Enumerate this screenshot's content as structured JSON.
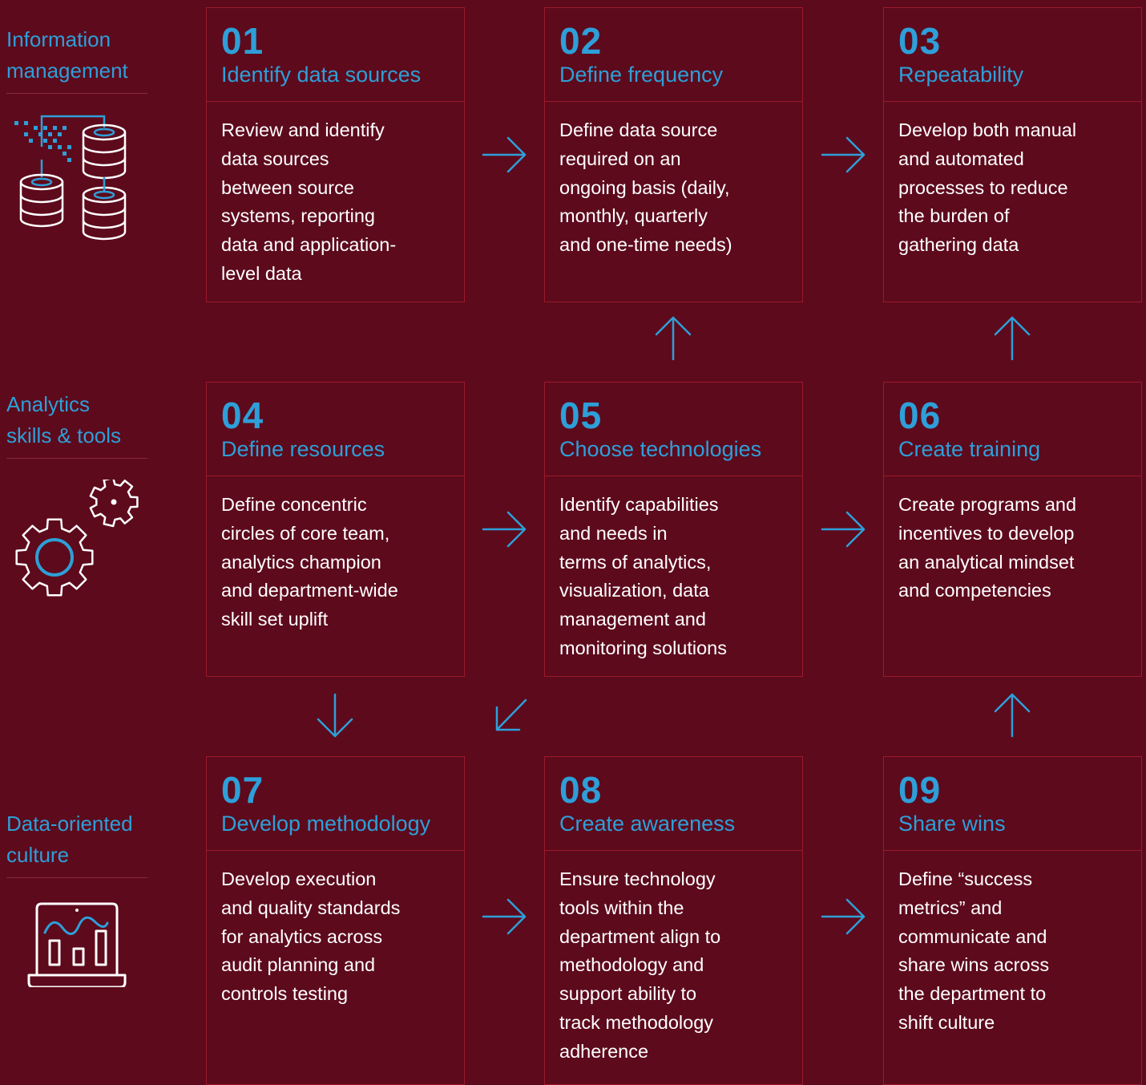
{
  "rows": [
    {
      "label": "Information\nmanagement",
      "icon": "database-icon"
    },
    {
      "label": "Analytics\nskills & tools",
      "icon": "gears-icon"
    },
    {
      "label": "Data-oriented\nculture",
      "icon": "laptop-chart-icon"
    }
  ],
  "steps": [
    {
      "num": "01",
      "title": "Identify data sources",
      "body": "Review and identify\ndata sources\nbetween source\nsystems, reporting\ndata and application-\nlevel data"
    },
    {
      "num": "02",
      "title": "Define frequency",
      "body": "Define data source\nrequired on an\nongoing basis (daily,\nmonthly, quarterly\nand one-time needs)"
    },
    {
      "num": "03",
      "title": "Repeatability",
      "body": "Develop both manual\nand automated\nprocesses to reduce\nthe burden of\ngathering data"
    },
    {
      "num": "04",
      "title": "Define resources",
      "body": "Define concentric\ncircles of core team,\nanalytics champion\nand department-wide\nskill set uplift"
    },
    {
      "num": "05",
      "title": "Choose technologies",
      "body": "Identify capabilities\nand needs in\nterms of analytics,\nvisualization, data\nmanagement and\nmonitoring solutions"
    },
    {
      "num": "06",
      "title": "Create training",
      "body": "Create programs and\nincentives to develop\nan analytical mindset\nand competencies"
    },
    {
      "num": "07",
      "title": "Develop methodology",
      "body": "Develop execution\nand quality standards\nfor analytics across\naudit planning and\ncontrols testing"
    },
    {
      "num": "08",
      "title": "Create awareness",
      "body": "Ensure technology\ntools within the\ndepartment align to\nmethodology and\nsupport ability to\ntrack methodology\nadherence"
    },
    {
      "num": "09",
      "title": "Share wins",
      "body": "Define “success\nmetrics” and\ncommunicate and\nshare wins across\nthe department to\nshift culture"
    }
  ],
  "arrows": [
    {
      "from": "01",
      "to": "02",
      "direction": "right"
    },
    {
      "from": "02",
      "to": "03",
      "direction": "right"
    },
    {
      "from": "05",
      "to": "02",
      "direction": "up"
    },
    {
      "from": "06",
      "to": "03",
      "direction": "up"
    },
    {
      "from": "04",
      "to": "05",
      "direction": "right"
    },
    {
      "from": "05",
      "to": "06",
      "direction": "right"
    },
    {
      "from": "04",
      "to": "07",
      "direction": "down"
    },
    {
      "from": "05",
      "to": "07",
      "direction": "down-left"
    },
    {
      "from": "09",
      "to": "06",
      "direction": "up"
    },
    {
      "from": "07",
      "to": "08",
      "direction": "right"
    },
    {
      "from": "08",
      "to": "09",
      "direction": "right"
    }
  ],
  "colors": {
    "background": "#5d0a1c",
    "accent": "#2e9fd8",
    "border": "#9a1a2a",
    "text": "#ffffff"
  }
}
